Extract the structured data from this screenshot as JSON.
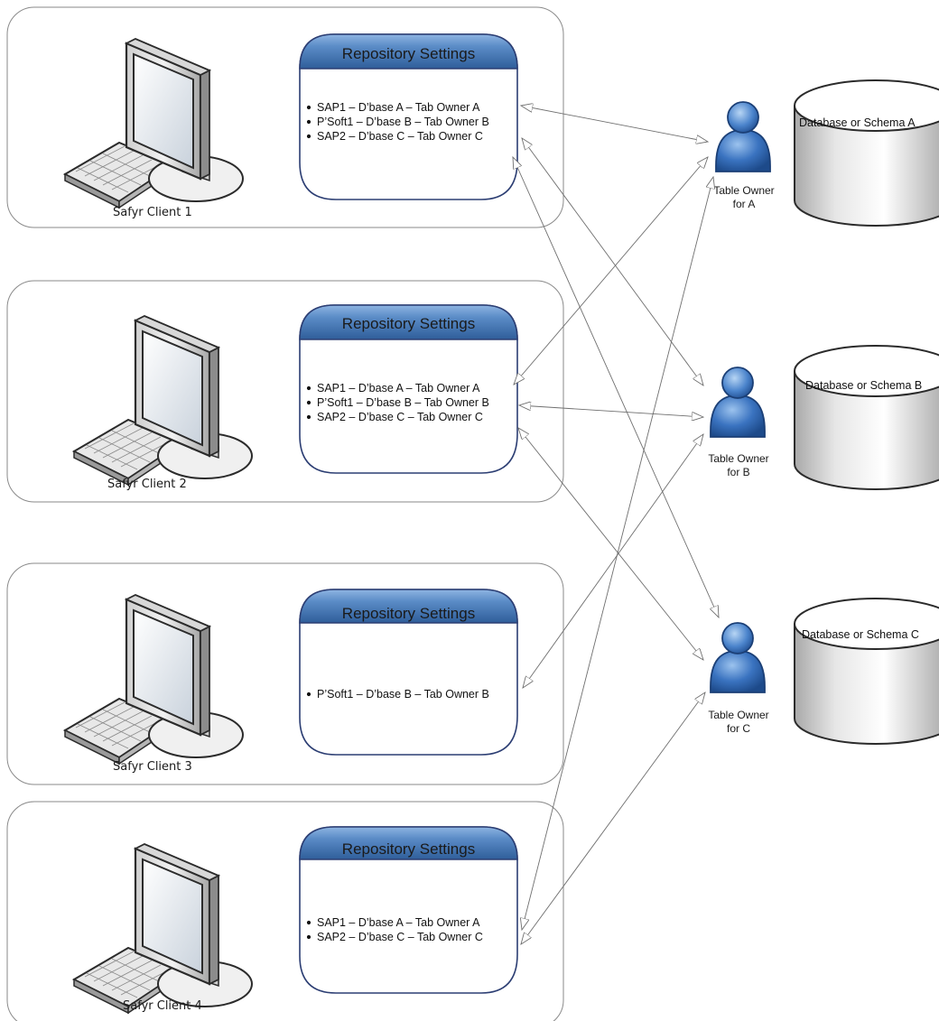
{
  "clients": [
    {
      "label": "Safyr Client 1",
      "repo_title": "Repository Settings",
      "items": [
        "SAP1 – D’base A – Tab Owner A",
        "P’Soft1 – D’base B – Tab Owner B",
        "SAP2 – D’base C – Tab Owner C"
      ]
    },
    {
      "label": "Safyr Client 2",
      "repo_title": "Repository Settings",
      "items": [
        "SAP1 – D’base A – Tab Owner A",
        "P’Soft1 – D’base B – Tab Owner B",
        "SAP2 – D’base C – Tab Owner C"
      ]
    },
    {
      "label": "Safyr Client 3",
      "repo_title": "Repository Settings",
      "items": [
        "P’Soft1 – D’base B – Tab Owner B"
      ]
    },
    {
      "label": "Safyr Client 4",
      "repo_title": "Repository Settings",
      "items": [
        "SAP1 – D’base A – Tab Owner A",
        "SAP2 – D’base C – Tab Owner C"
      ]
    }
  ],
  "owners": [
    {
      "line1": "Table Owner",
      "line2": "for A"
    },
    {
      "line1": "Table Owner",
      "line2": "for B"
    },
    {
      "line1": "Table Owner",
      "line2": "for C"
    }
  ],
  "databases": [
    {
      "label": "Database or Schema A"
    },
    {
      "label": "Database or Schema B"
    },
    {
      "label": "Database or Schema C"
    }
  ],
  "colors": {
    "repo_header_top": "#5b8cc7",
    "repo_header_bottom": "#2f5e9a",
    "repo_border": "#2c3e73",
    "person_fill": "#3a73c0",
    "person_highlight": "#9cc3ee",
    "cylinder_light": "#f5f5f5",
    "cylinder_dark": "#b8b8b8",
    "connector": "#6f6f6f"
  }
}
